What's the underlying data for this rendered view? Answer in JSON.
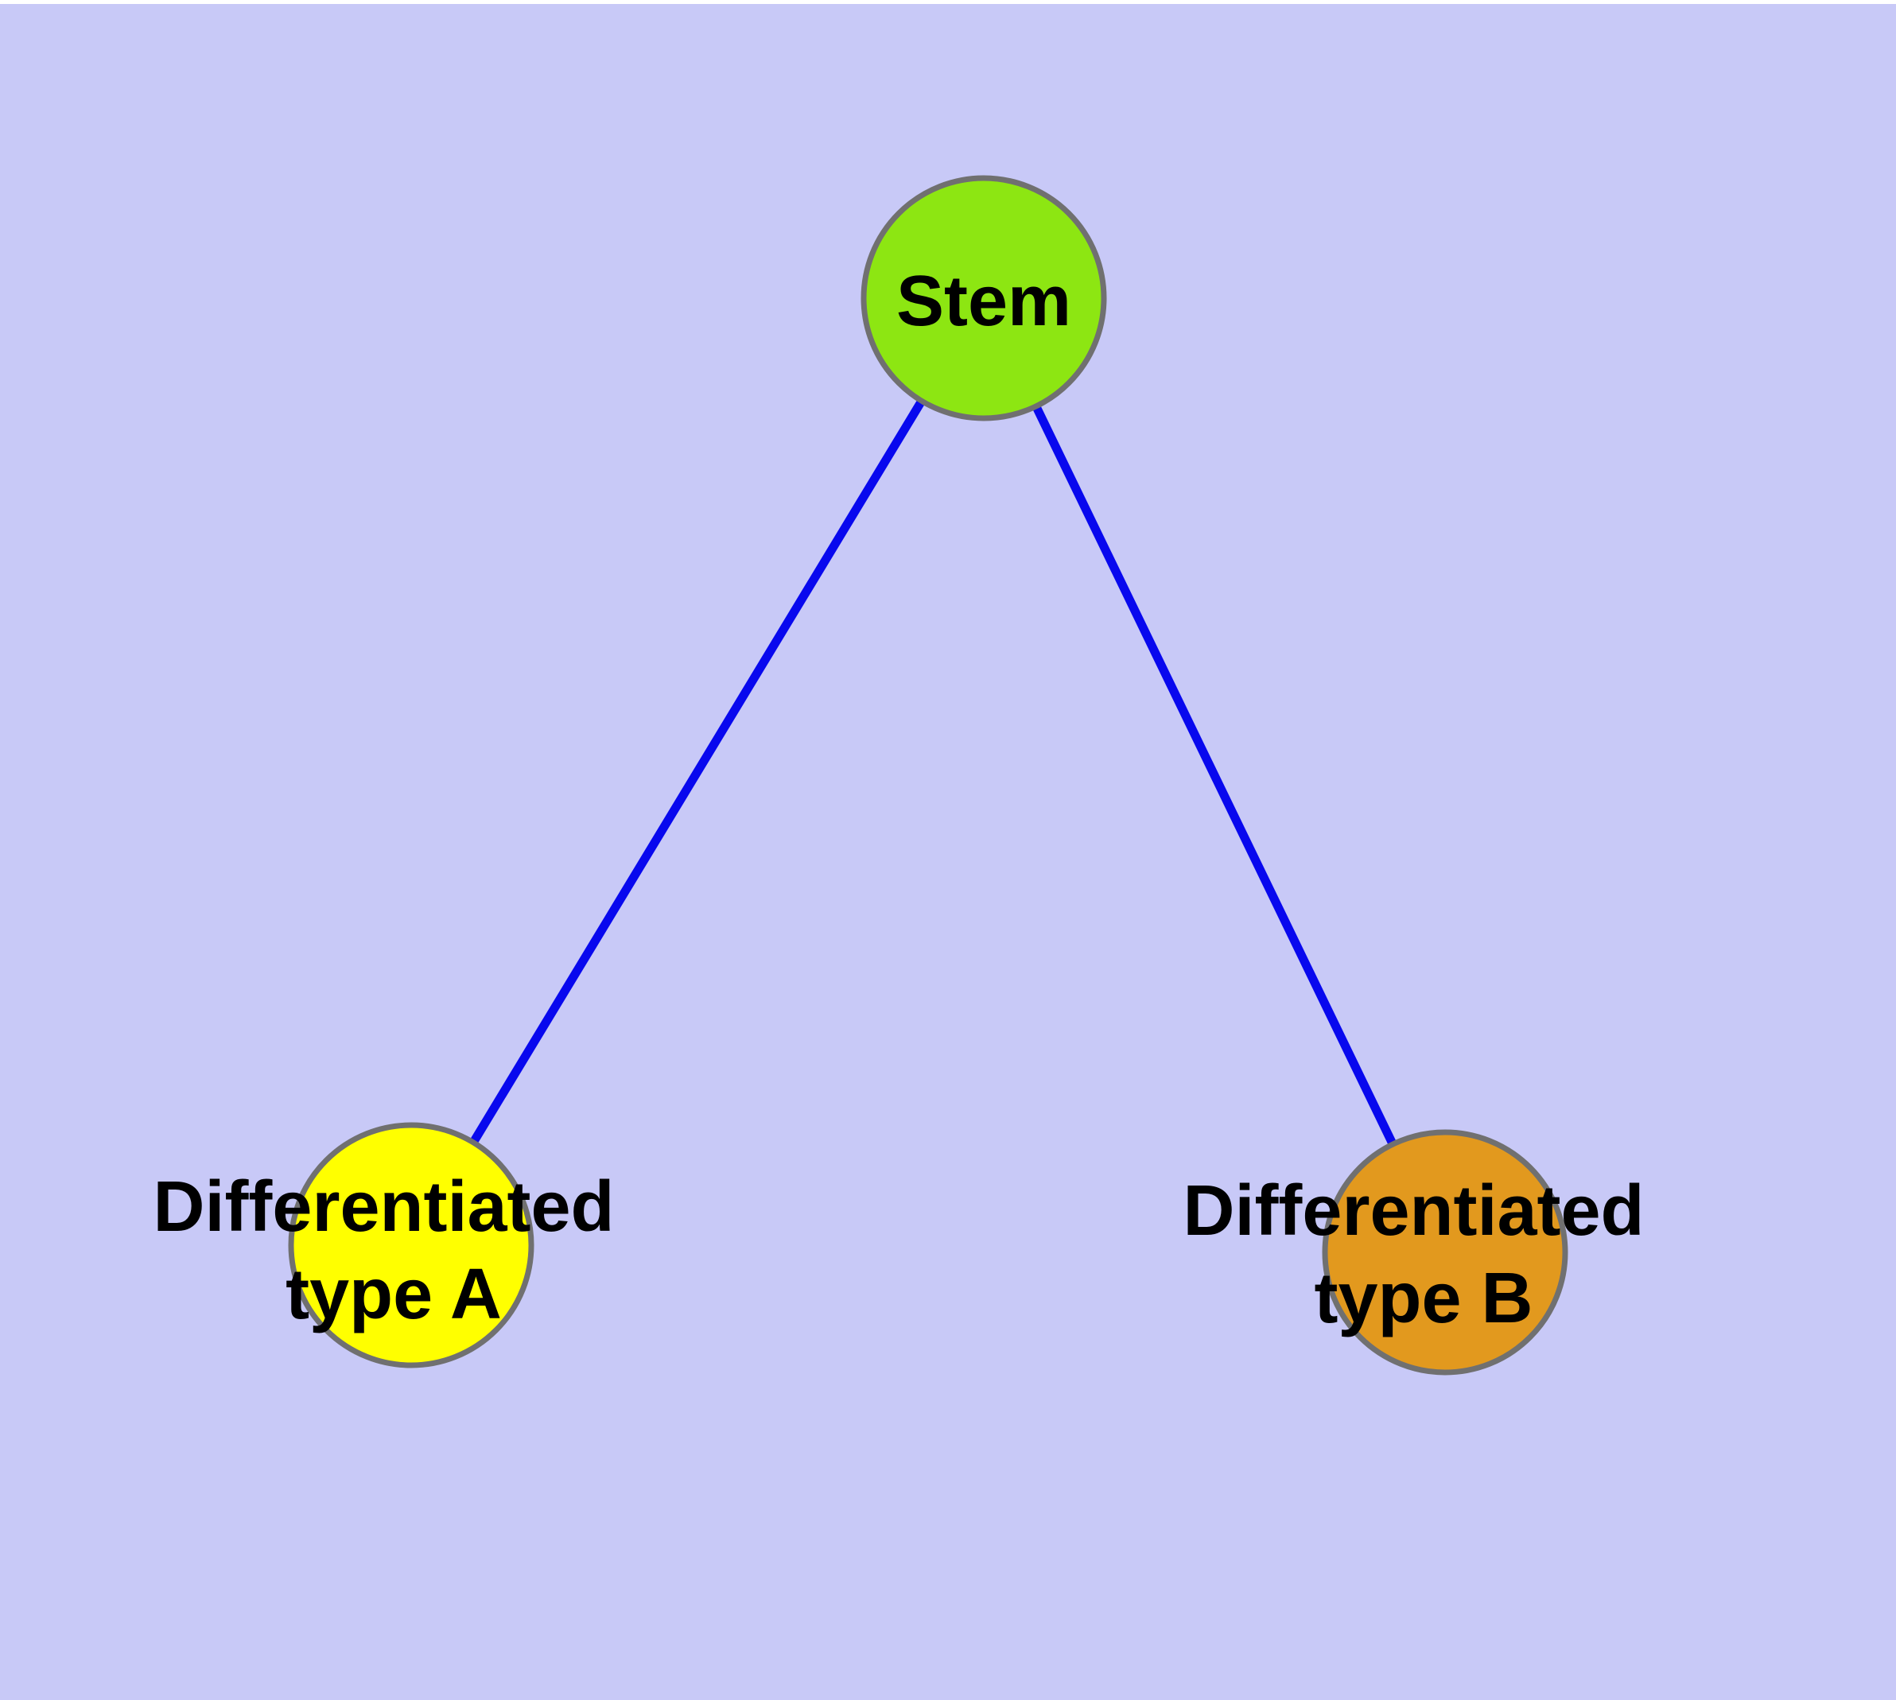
{
  "diagram": {
    "background_color": "#c8c9f7",
    "top_strip_color": "#ffffff",
    "edge_color": "#0808ee",
    "node_border_color": "#707070",
    "label_color": "#000000",
    "nodes": [
      {
        "id": "stem",
        "label": "Stem",
        "lines": [
          "Stem"
        ],
        "fill": "#8de612"
      },
      {
        "id": "diff-a",
        "label": "Differentiated type A",
        "lines": [
          "Differentiated",
          "type A"
        ],
        "fill": "#ffff00"
      },
      {
        "id": "diff-b",
        "label": "Differentiated type B",
        "lines": [
          "Differentiated",
          "type B"
        ],
        "fill": "#e2991e"
      }
    ],
    "edges": [
      {
        "from": "Stem",
        "to": "Differentiated type A"
      },
      {
        "from": "Stem",
        "to": "Differentiated type B"
      }
    ]
  }
}
